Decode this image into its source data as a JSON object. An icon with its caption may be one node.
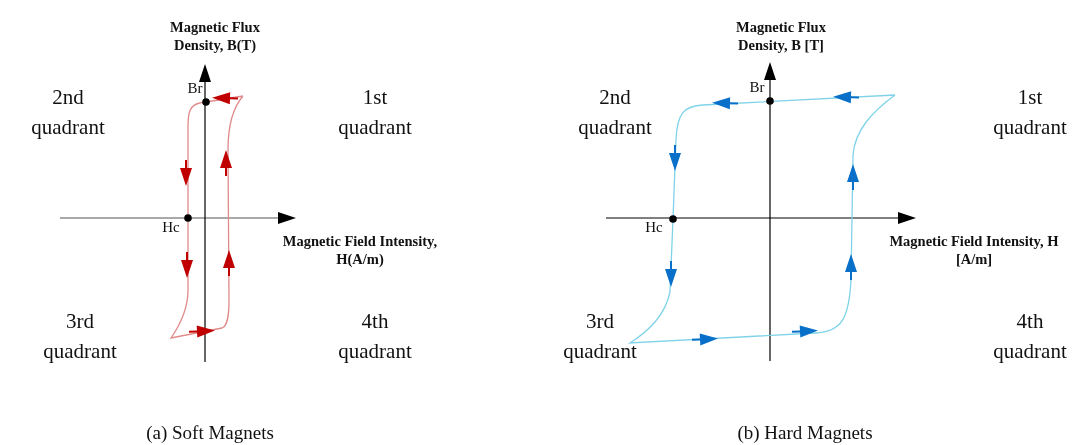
{
  "diagram": {
    "labels": [
      "Magnetic Flux Density, B(T)",
      "2nd quadrant",
      "Br",
      "1st quadrant",
      "Hc",
      "Magnetic Field Intensity, H(A/m)",
      "3rd quadrant",
      "4th quadrant",
      "Magnetic Flux Density, B [T]",
      "2nd quadrant",
      "Br",
      "1st quadrant",
      "Hc",
      "Magnetic Field Intensity, H [A/m]",
      "3rd quadrant",
      "4th quadrant",
      "(a) Soft Magnets",
      "(b) Hard Magnets"
    ]
  }
}
